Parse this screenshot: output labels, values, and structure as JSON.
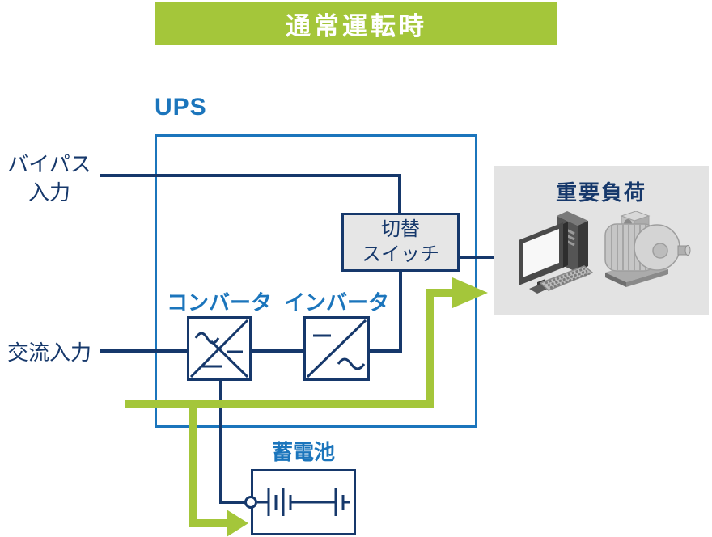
{
  "title": "通常運転時",
  "ups_label": "UPS",
  "labels": {
    "bypass_line1": "バイパス",
    "bypass_line2": "入力",
    "ac_input": "交流入力",
    "converter": "コンバータ",
    "inverter": "インバータ",
    "switch_line1": "切替",
    "switch_line2": "スイッチ",
    "battery": "蓄電池",
    "load": "重要負荷"
  },
  "icons": {
    "converter_symbol": "ac-dc-converter-symbol-icon",
    "inverter_symbol": "dc-ac-inverter-symbol-icon",
    "battery_symbol": "battery-cells-symbol-icon",
    "load_computer": "desktop-computer-icon",
    "load_motor": "electric-motor-icon",
    "flow_arrows": "green-power-flow-arrow"
  },
  "colors": {
    "accent_green": "#A4C63A",
    "line_navy": "#16386B",
    "ups_blue": "#1B75BC",
    "box_gray": "#E6E6E6",
    "load_gray": "#E3E3E3",
    "title_text": "#FFFFFF"
  }
}
